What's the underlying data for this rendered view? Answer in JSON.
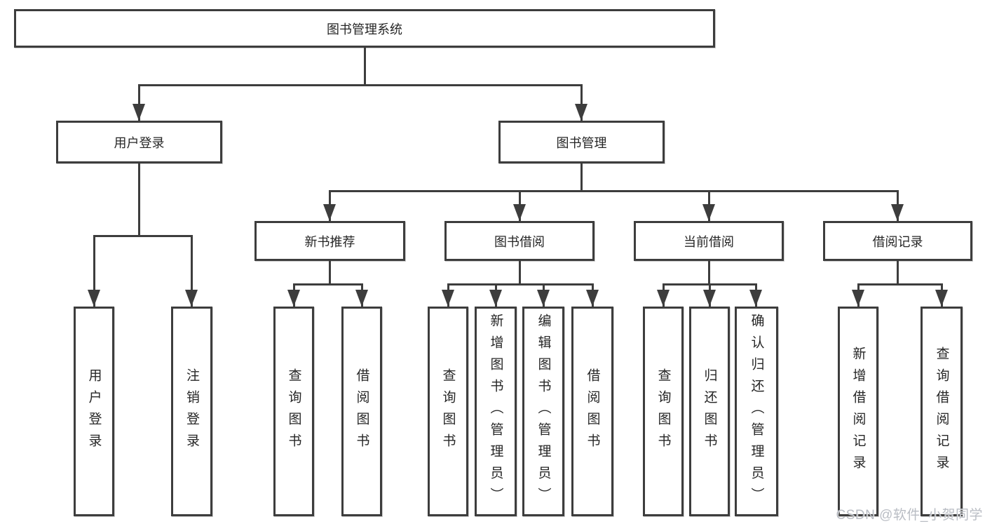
{
  "diagram": {
    "root": "图书管理系统",
    "level2": {
      "user_login": "用户登录",
      "book_mgmt": "图书管理"
    },
    "level3": {
      "new_book": "新书推荐",
      "book_borrow": "图书借阅",
      "current_borrow": "当前借阅",
      "borrow_record": "借阅记录"
    },
    "leaves": {
      "user_login": [
        "用户登录",
        "注销登录"
      ],
      "new_book": [
        "查询图书",
        "借阅图书"
      ],
      "book_borrow": [
        "查询图书",
        "新增图书（管理员）",
        "编辑图书（管理员）",
        "借阅图书"
      ],
      "current_borrow": [
        "查询图书",
        "归还图书",
        "确认归还（管理员）"
      ],
      "borrow_record": [
        "新增借阅记录",
        "查询借阅记录"
      ]
    }
  },
  "watermark": "CSDN @软件_小贺同学",
  "colors": {
    "line": "#3d3d3d",
    "text": "#262626",
    "watermark": "#b9bdc4",
    "background": "#ffffff"
  }
}
